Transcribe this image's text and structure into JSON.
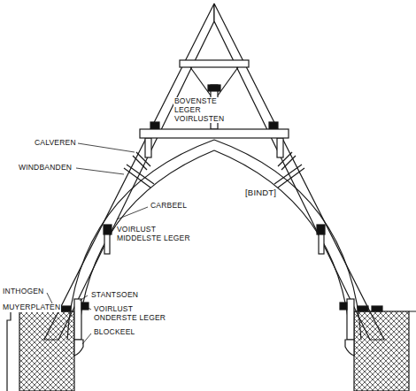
{
  "diagram": {
    "labels": [
      "BOVENSTE LEGER VOIRLUSTEN",
      "CALVEREN",
      "WINDBANDEN",
      "CARBEEL",
      "[BINDT]",
      "VOIRLUST MIDDELSTE LEGER",
      "INTHOGEN",
      "STANTSOEN",
      "MUYERPLATEN",
      "VOIRLUST ONDERSTE LEGER",
      "BLOCKEEL"
    ]
  }
}
